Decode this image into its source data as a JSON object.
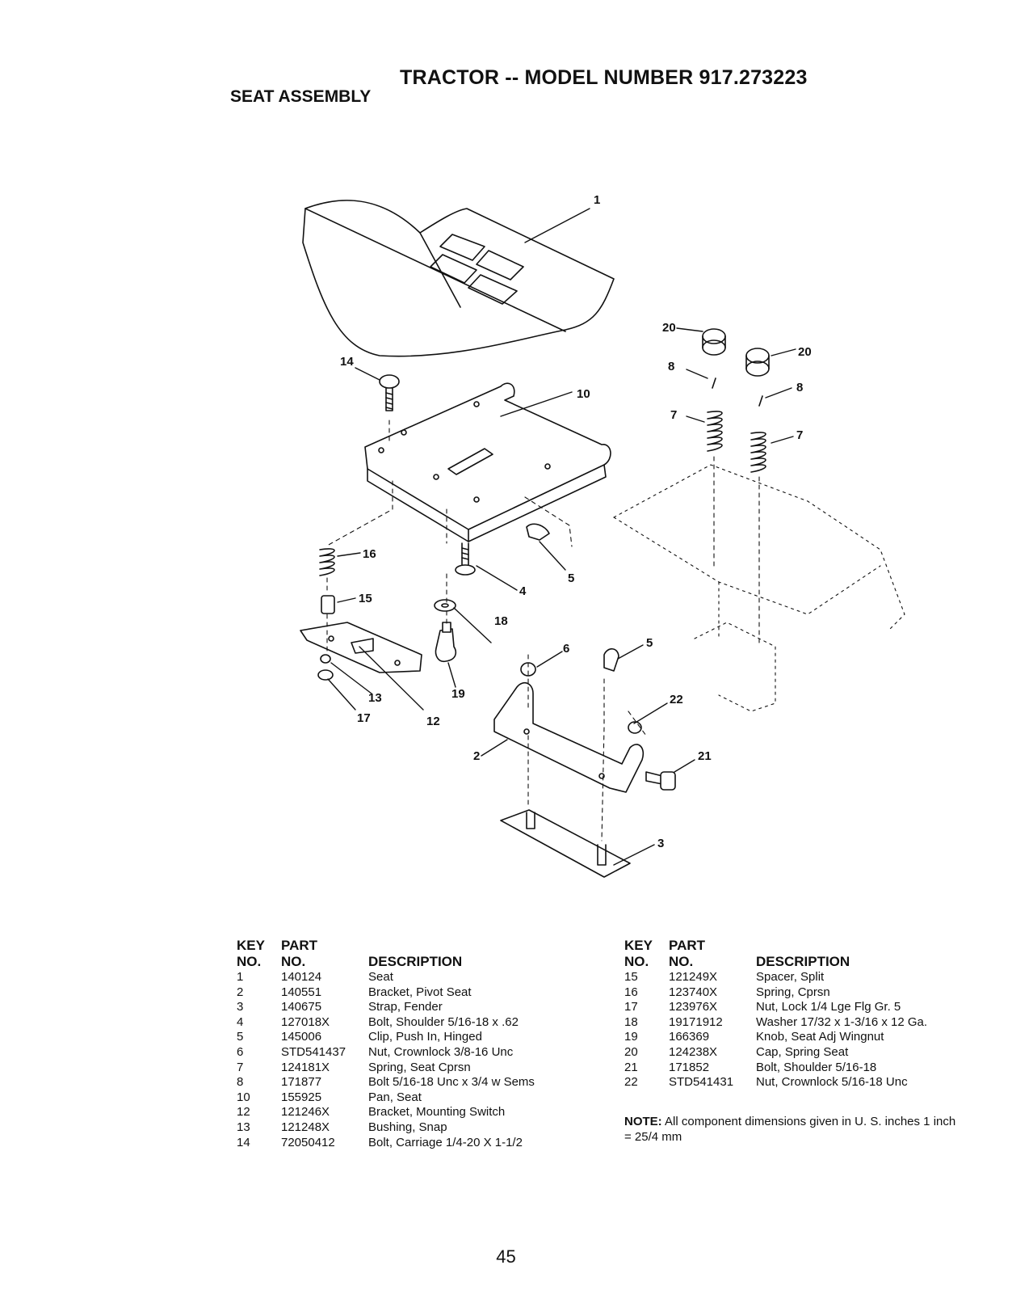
{
  "header": {
    "title": "TRACTOR -- MODEL NUMBER 917.273223",
    "section": "SEAT ASSEMBLY"
  },
  "diagram": {
    "callouts": [
      "1",
      "2",
      "3",
      "4",
      "5",
      "5",
      "6",
      "7",
      "7",
      "8",
      "8",
      "10",
      "12",
      "13",
      "14",
      "15",
      "16",
      "17",
      "18",
      "19",
      "20",
      "20",
      "21",
      "22"
    ]
  },
  "parts_table": {
    "headers": {
      "key_top": "KEY",
      "key_bottom": "NO.",
      "part_top": "PART",
      "part_bottom": "NO.",
      "description": "DESCRIPTION"
    },
    "left": [
      {
        "key": "1",
        "part": "140124",
        "description": "Seat"
      },
      {
        "key": "2",
        "part": "140551",
        "description": "Bracket, Pivot Seat"
      },
      {
        "key": "3",
        "part": "140675",
        "description": "Strap, Fender"
      },
      {
        "key": "4",
        "part": "127018X",
        "description": "Bolt, Shoulder  5/16-18 x .62"
      },
      {
        "key": "5",
        "part": "145006",
        "description": "Clip, Push In, Hinged"
      },
      {
        "key": "6",
        "part": "STD541437",
        "description": "Nut, Crownlock  3/8-16 Unc"
      },
      {
        "key": "7",
        "part": "124181X",
        "description": "Spring, Seat Cprsn"
      },
      {
        "key": "8",
        "part": "171877",
        "description": "Bolt 5/16-18 Unc x 3/4 w Sems"
      },
      {
        "key": "10",
        "part": "155925",
        "description": "Pan, Seat"
      },
      {
        "key": "12",
        "part": "121246X",
        "description": "Bracket, Mounting Switch"
      },
      {
        "key": "13",
        "part": "121248X",
        "description": "Bushing, Snap"
      },
      {
        "key": "14",
        "part": "72050412",
        "description": "Bolt, Carriage  1/4-20 X 1-1/2"
      }
    ],
    "right": [
      {
        "key": "15",
        "part": "121249X",
        "description": "Spacer, Split"
      },
      {
        "key": "16",
        "part": "123740X",
        "description": "Spring, Cprsn"
      },
      {
        "key": "17",
        "part": "123976X",
        "description": "Nut, Lock  1/4 Lge Flg Gr. 5"
      },
      {
        "key": "18",
        "part": "19171912",
        "description": "Washer 17/32 x 1-3/16 x 12 Ga."
      },
      {
        "key": "19",
        "part": "166369",
        "description": "Knob, Seat Adj Wingnut"
      },
      {
        "key": "20",
        "part": "124238X",
        "description": "Cap, Spring Seat"
      },
      {
        "key": "21",
        "part": "171852",
        "description": "Bolt, Shoulder  5/16-18"
      },
      {
        "key": "22",
        "part": "STD541431",
        "description": "Nut, Crownlock  5/16-18 Unc"
      }
    ]
  },
  "note": {
    "label": "NOTE:",
    "text": "All component dimensions given in U. S. inches 1 inch = 25/4 mm"
  },
  "page_number": "45"
}
